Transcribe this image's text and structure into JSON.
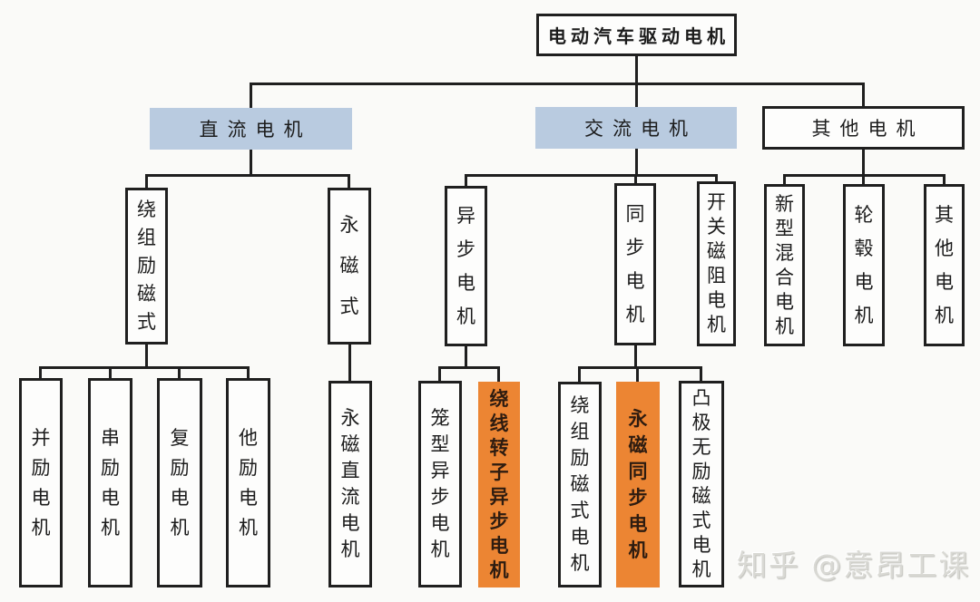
{
  "colors": {
    "canvas_bg": "#fafaf8",
    "node_bg": "#fdfdfc",
    "node_border": "#1f1f1f",
    "line": "#1f1f1f",
    "highlight_blue": "#b9cbe0",
    "highlight_orange": "#ec8533",
    "orange_text": "#2e1c10",
    "watermark_gray": "#d9d9d4"
  },
  "diagram": {
    "root": {
      "label": "电动汽车驱动电机"
    },
    "branches": [
      {
        "label": "直流电机",
        "highlight": "blue",
        "children": [
          {
            "label": "绕组励磁式",
            "children": [
              {
                "label": "并励电机"
              },
              {
                "label": "串励电机"
              },
              {
                "label": "复励电机"
              },
              {
                "label": "他励电机"
              }
            ]
          },
          {
            "label": "永磁式",
            "children": [
              {
                "label": "永磁直流电机"
              }
            ]
          }
        ]
      },
      {
        "label": "交流电机",
        "highlight": "blue",
        "children": [
          {
            "label": "异步电机",
            "children": [
              {
                "label": "笼型异步电机"
              },
              {
                "label": "绕线转子异步电机",
                "highlight": "orange"
              }
            ]
          },
          {
            "label": "同步电机",
            "children": [
              {
                "label": "绕组励磁式电机"
              },
              {
                "label": "永磁同步电机",
                "highlight": "orange"
              },
              {
                "label": "凸极无励磁式电机"
              }
            ]
          },
          {
            "label": "开关磁阻电机",
            "children": []
          }
        ]
      },
      {
        "label": "其他电机",
        "children": [
          {
            "label": "新型混合电机"
          },
          {
            "label": "轮毂电机"
          },
          {
            "label": "其他电机"
          }
        ]
      }
    ]
  },
  "watermark": {
    "text": "知乎 @意昂工课"
  }
}
